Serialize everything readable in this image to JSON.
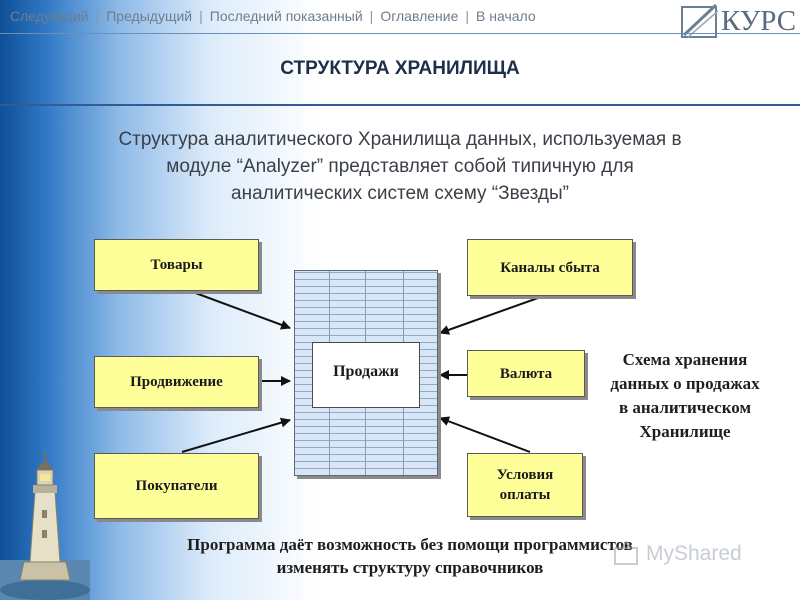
{
  "nav": {
    "next": "Следующий",
    "prev": "Предыдущий",
    "last_shown": "Последний показанный",
    "contents": "Оглавление",
    "home": "В начало",
    "separator": "|"
  },
  "logo": {
    "text": "КУРС"
  },
  "title": "СТРУКТУРА ХРАНИЛИЩА",
  "lead": {
    "lines": [
      "Структура аналитического Хранилища данных, используемая в",
      "модуле “Analyzer” представляет собой типичную для",
      "аналитических систем схему “Звезды”"
    ]
  },
  "diagram": {
    "fact_table": "Продажи",
    "dimensions_left": [
      "Товары",
      "Продвижение",
      "Покупатели"
    ],
    "dimensions_right": [
      "Каналы сбыта",
      "Валюта",
      "Условия оплаты"
    ]
  },
  "caption": {
    "lines": [
      "Схема хранения",
      "данных о продажах",
      "в аналитическом",
      "Хранилище"
    ]
  },
  "footer": {
    "lines": [
      "Программа даёт возможность без помощи программистов",
      "изменять структуру справочников"
    ]
  },
  "watermark": {
    "text": "MyShared"
  },
  "colors": {
    "box_fill": "#ffff99",
    "title_rule": "#2f5d94",
    "gradient_dark": "#0f4f96"
  }
}
